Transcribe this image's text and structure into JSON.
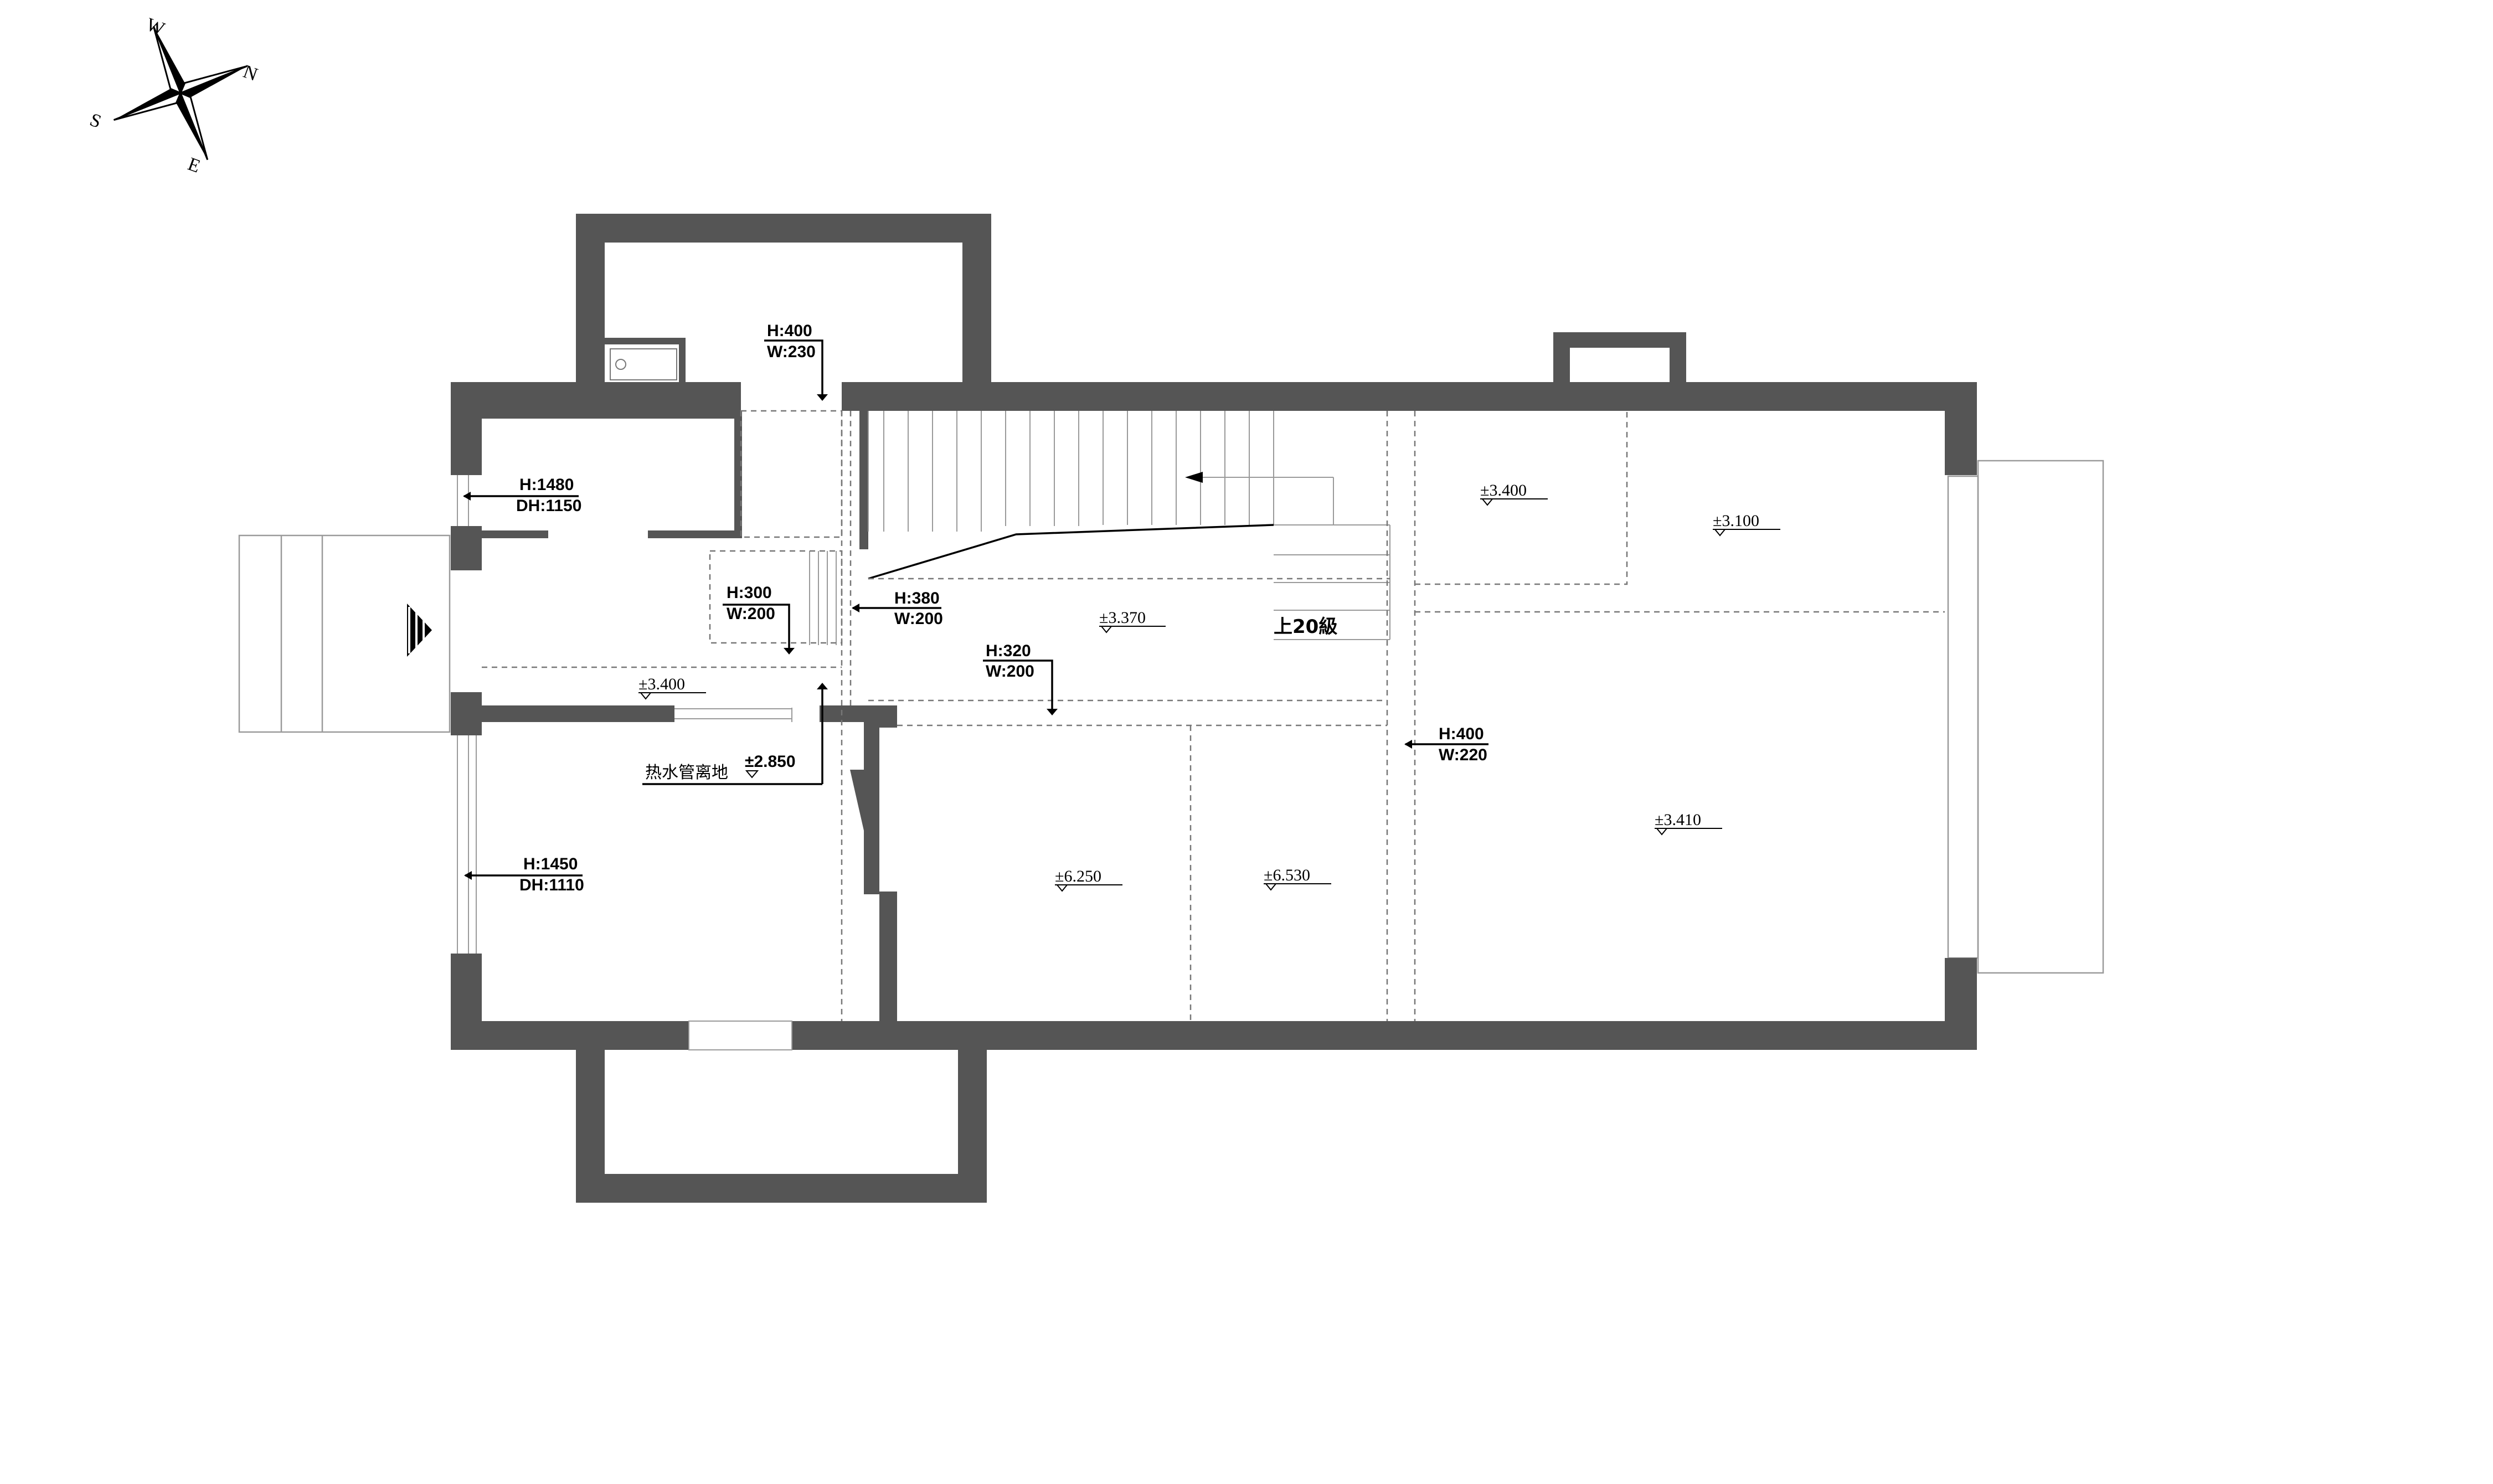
{
  "compass": {
    "north": "N",
    "south": "S",
    "east": "E",
    "west": "W"
  },
  "openings": {
    "top_door": {
      "h": "H:400",
      "w": "W:230"
    },
    "west_window_upper": {
      "h": "H:1480",
      "dh": "DH:1150"
    },
    "inner_door_a": {
      "h": "H:300",
      "w": "W:200"
    },
    "inner_door_b": {
      "h": "H:380",
      "w": "W:200"
    },
    "inner_door_c": {
      "h": "H:320",
      "w": "W:200"
    },
    "east_door": {
      "h": "H:400",
      "w": "W:220"
    },
    "west_window_lower": {
      "h": "H:1450",
      "dh": "DH:1110"
    }
  },
  "levels": {
    "corridor": "±3.400",
    "hall": "±3.370",
    "ne_room_small": "±3.400",
    "ne_room_large": "±3.100",
    "east_room": "±3.410",
    "room_mid_left": "±6.250",
    "room_mid_right": "±6.530",
    "hot_water_pipe": "±2.850"
  },
  "notes": {
    "hot_water_pipe": "热水管离地",
    "stair": "上20級"
  },
  "colors": {
    "wall": "#555555",
    "line": "#000000",
    "dash": "#777777"
  }
}
